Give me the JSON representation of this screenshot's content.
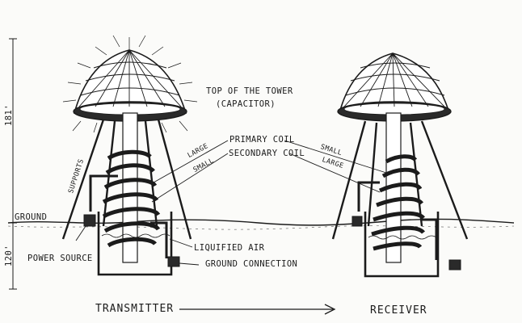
{
  "labels": {
    "height_above": "181'",
    "height_below": "120'",
    "ground": "GROUND",
    "supports": "SUPPORTS",
    "top_of_tower": "TOP OF THE TOWER",
    "capacitor": "(CAPACITOR)",
    "primary_coil": "PRIMARY COIL",
    "secondary_coil": "SECONDARY COIL",
    "large_left": "LARGE",
    "small_left": "SMALL",
    "small_right": "SMALL",
    "large_right": "LARGE",
    "power_source": "POWER SOURCE",
    "liquified_air": "LIQUIFIED AIR",
    "ground_connection": "GROUND CONNECTION",
    "transmitter": "TRANSMITTER",
    "receiver": "RECEIVER"
  },
  "colors": {
    "ink": "#1b1b1b",
    "paper": "#fbfbf9"
  }
}
